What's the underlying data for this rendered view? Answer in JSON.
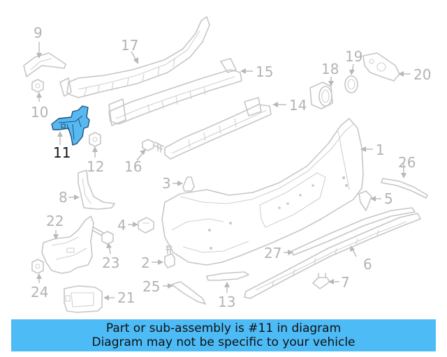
{
  "diagram": {
    "highlighted_part": "11",
    "highlight_color": "#58b9f0",
    "callouts": {
      "p1": "1",
      "p2": "2",
      "p3": "3",
      "p4": "4",
      "p5": "5",
      "p6": "6",
      "p7": "7",
      "p8": "8",
      "p9": "9",
      "p10": "10",
      "p11": "11",
      "p12": "12",
      "p13": "13",
      "p14": "14",
      "p15": "15",
      "p16": "16",
      "p17": "17",
      "p18": "18",
      "p19": "19",
      "p20": "20",
      "p21": "21",
      "p22": "22",
      "p23": "23",
      "p24": "24",
      "p25": "25",
      "p26": "26",
      "p27": "27"
    }
  },
  "banner": {
    "color": "#4dbbf6",
    "line1": "Part or sub-assembly is #11 in diagram",
    "line2": "Diagram may not be specific to your vehicle"
  }
}
